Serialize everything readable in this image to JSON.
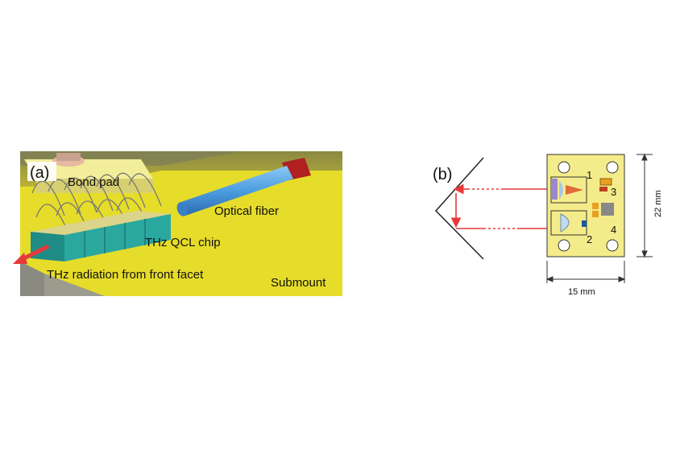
{
  "panel_a": {
    "label": "(a)",
    "bond_pad": "Bond pad",
    "optical_fiber": "Optical fiber",
    "chip": "THz QCL chip",
    "radiation": "THz radiation from front facet",
    "submount": "Submount"
  },
  "panel_b": {
    "label": "(b)",
    "markers": [
      "1",
      "2",
      "3",
      "4"
    ],
    "height_dim": "22 mm",
    "width_dim": "15 mm"
  },
  "colors": {
    "submount_yellow": "#e6dc2a",
    "chip_teal": "#2aa8a0",
    "fiber_blue": "#4c9ee0",
    "arrow_red": "#e8383a",
    "board_yellow": "#f4ec8a"
  }
}
